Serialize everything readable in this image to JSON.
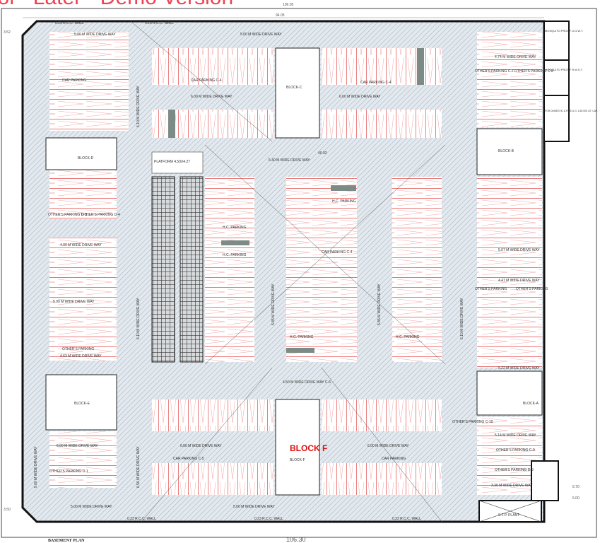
{
  "watermark": "ool - Later - Demo Version",
  "title": "BASEMENT PLAN",
  "dimensions": {
    "top": "94.05",
    "top_right": "106.05",
    "bottom": "106.30",
    "left_a": "3.50",
    "left_b": "3.52",
    "right_a": "6.70",
    "right_b": "6.00"
  },
  "colors": {
    "hatch_bg": "#e3e9ee",
    "hatch_line": "#a9bac6",
    "wall": "#111111",
    "parking_line": "#e24a4a",
    "block_label": "#d11111"
  },
  "labels": [
    "5.00 M WIDE DRIVE WAY",
    "5.00 M WIDE DRIVE WAY",
    "0.23 R.C.C. WALL",
    "0.23 R.C.C. WALL",
    "CAR PARKING",
    "CAR PARKING C-4",
    "6.00 M WIDE DRIVE WAY",
    "BLOCK-C",
    "H.C. PARKING",
    "6.40 M WIDE DRIVE WAY",
    "40.92",
    "H.C. PARKING",
    "H.C. PARKING",
    "H.C. PARKING",
    "CAR PARKING C-4",
    "H.C. PARKING",
    "PLATFORM 4.50X4.27",
    "BLOCK-D",
    "OTHER'S PARKING D-3",
    "OTHER'S PARKING D-4",
    "4.00 M WIDE DRIVE WAY",
    "5.00 M WIDE DRIVE WAY",
    "OTHER'S PARKING",
    "4.63 M WIDE DRIVE WAY",
    "BLOCK-E",
    "5.00 M WIDE DRIVE WAY",
    "6.00 M WIDE DRIVE WAY",
    "OTHER'S PARKING D-1",
    "5.00 M WIDE DRIVE WAY",
    "6.10 M WIDE DRIVE WAY",
    "6.50 M WIDE DRIVE WAY",
    "CAR PARKING C-5",
    "6.00 M WIDE DRIVE WAY",
    "CAR PARKING",
    "4.50 M WIDE DRIVE WAY C-6",
    "BLOCK F",
    "BLOCK-F",
    "5.00 M WIDE DRIVE WAY",
    "MOSQUITO PROOF U.G.W.T.",
    "MOSQUITO PROOF R.W.S.T.",
    "FOR DOMESTIC & FIRE U.G. 1,80,000 LIT. CAP.",
    "4.74 M WIDE DRIVE WAY",
    "OTHER'S PARKING C-7",
    "OTHER'S PARKING C-8",
    "BLOCK-B",
    "5.07 M WIDE DRIVE WAY",
    "4.47 M WIDE DRIVE WAY",
    "OTHER'S PARKING",
    "OTHER'S PARKING",
    "5.22 M WIDE DRIVE WAY",
    "BLOCK-A",
    "5.14 M WIDE DRIVE WAY",
    "OTHER'S PARKING C-10",
    "OTHER'S PARKING C-9",
    "OTHER'S PARKING D-9",
    "3.30 M WIDE DRIVE WAY",
    "S.T.P. PLANT",
    "0.23 R.C.C. WALL",
    "0.23 R.C.C. WALL",
    "0.23 R.C.C. WALL",
    "5.85 M WIDE DRIVE WAY",
    "5.85 M WIDE DRIVE WAY",
    "6.10 M WIDE DRIVE WAY",
    "6.10 M WIDE DRIVE WAY",
    "6.10 M WIDE DRIVE WAY"
  ]
}
